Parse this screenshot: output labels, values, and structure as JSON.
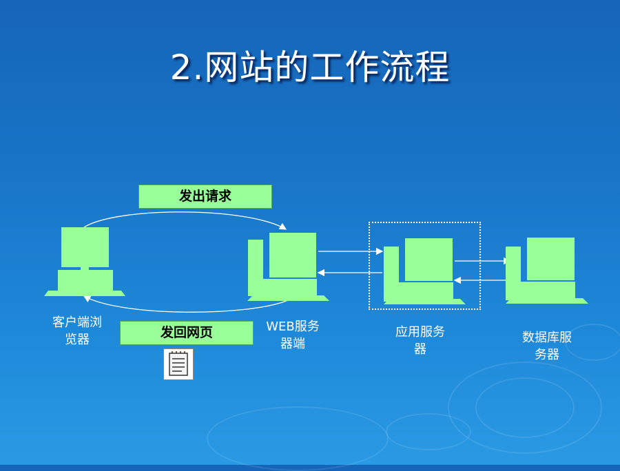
{
  "slide": {
    "title": "2.网站的工作流程"
  },
  "flows": {
    "request_label": "发出请求",
    "response_label": "发回网页"
  },
  "nodes": {
    "client_line1": "客户端浏",
    "client_line2": "览器",
    "web_line1": "WEB服务",
    "web_line2": "器端",
    "app_line1": "应用服务",
    "app_line2": "器",
    "db_line1": "数据库服",
    "db_line2": "务器"
  },
  "colors": {
    "computer_fill": "#99ff99",
    "label_fill": "#99ff99",
    "background": "#1976c9"
  },
  "icons": {
    "document": "notepad-document-icon",
    "computer": "computer-icon"
  }
}
